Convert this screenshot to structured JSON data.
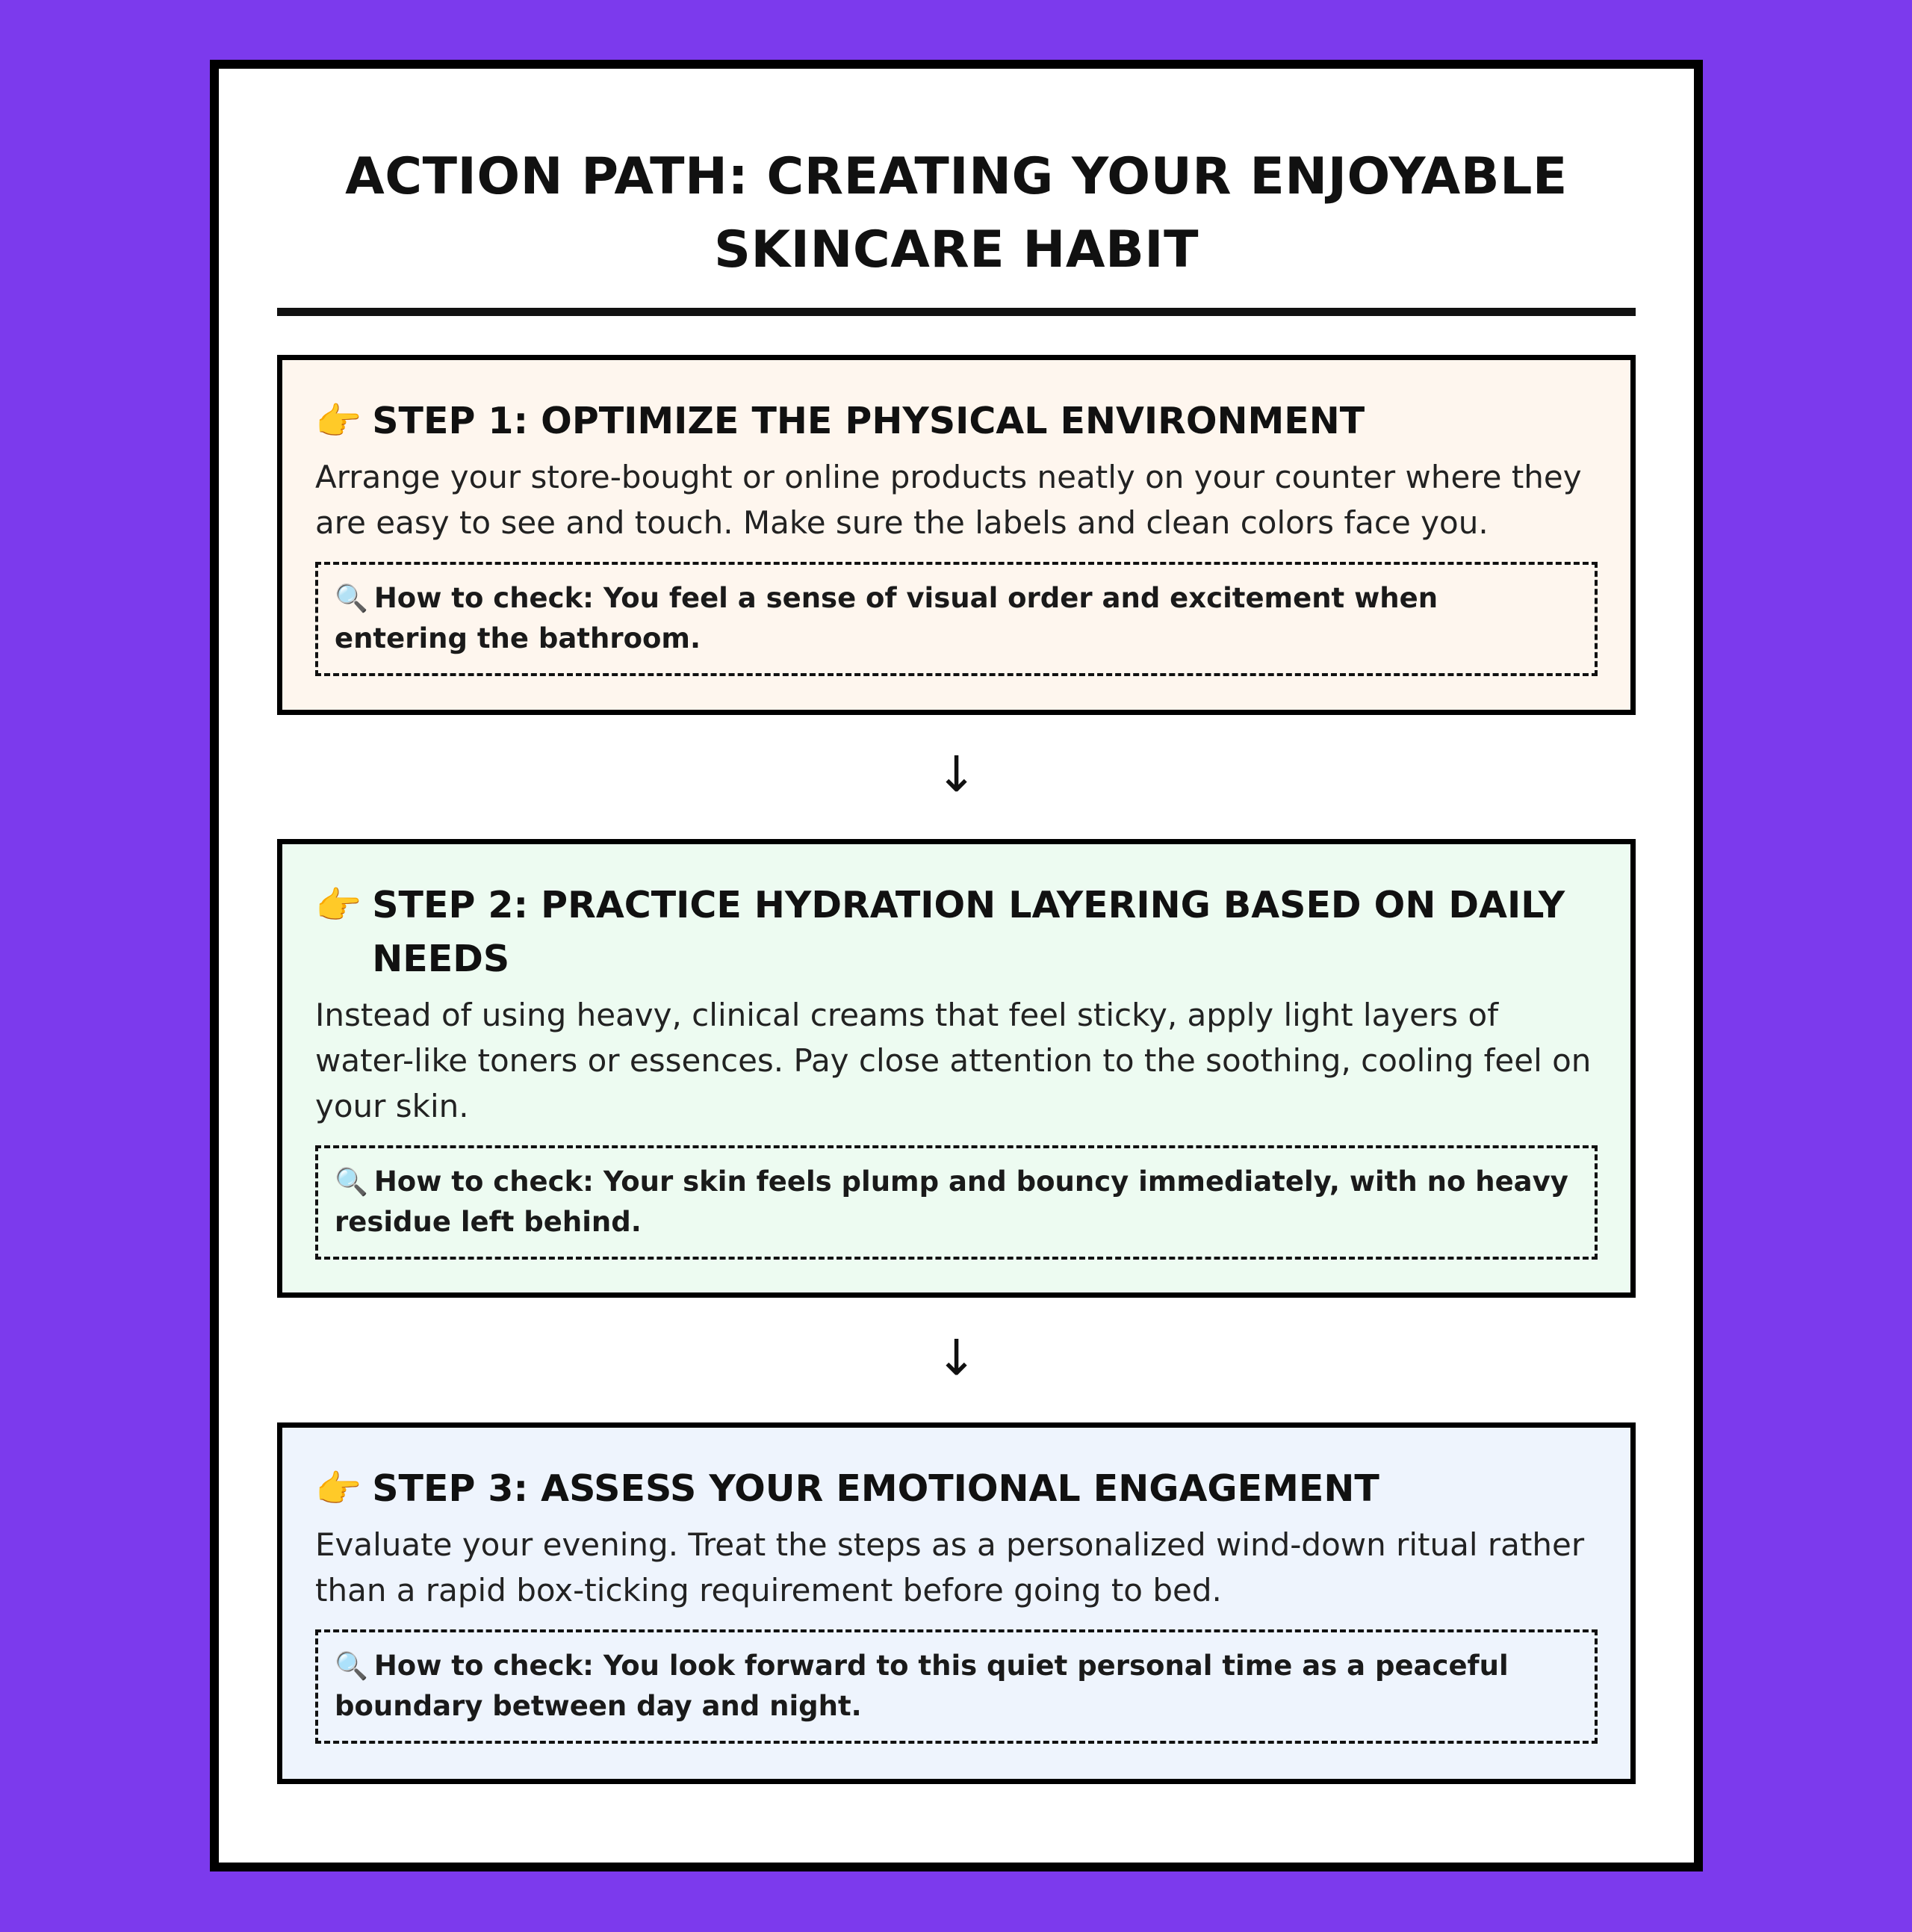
{
  "title": "ACTION PATH: CREATING YOUR ENJOYABLE SKINCARE HABIT",
  "colors": {
    "background": "#7c3aed",
    "step1_bg": "#fef6ee",
    "step2_bg": "#edfbf1",
    "step3_bg": "#eef4fd"
  },
  "icons": {
    "pointer": "👉",
    "magnifier": "🔍",
    "arrow": "↓"
  },
  "steps": [
    {
      "heading": "STEP 1: OPTIMIZE THE PHYSICAL ENVIRONMENT",
      "description": "Arrange your store-bought or online products neatly on your counter where they are easy to see and touch. Make sure the labels and clean colors face you.",
      "check": "How to check: You feel a sense of visual order and excitement when entering the bathroom."
    },
    {
      "heading": "STEP 2: PRACTICE HYDRATION LAYERING BASED ON DAILY NEEDS",
      "description": "Instead of using heavy, clinical creams that feel sticky, apply light layers of water-like toners or essences. Pay close attention to the soothing, cooling feel on your skin.",
      "check": "How to check: Your skin feels plump and bouncy immediately, with no heavy residue left behind."
    },
    {
      "heading": "STEP 3: ASSESS YOUR EMOTIONAL ENGAGEMENT",
      "description": "Evaluate your evening. Treat the steps as a personalized wind-down ritual rather than a rapid box-ticking requirement before going to bed.",
      "check": "How to check: You look forward to this quiet personal time as a peaceful boundary between day and night."
    }
  ]
}
